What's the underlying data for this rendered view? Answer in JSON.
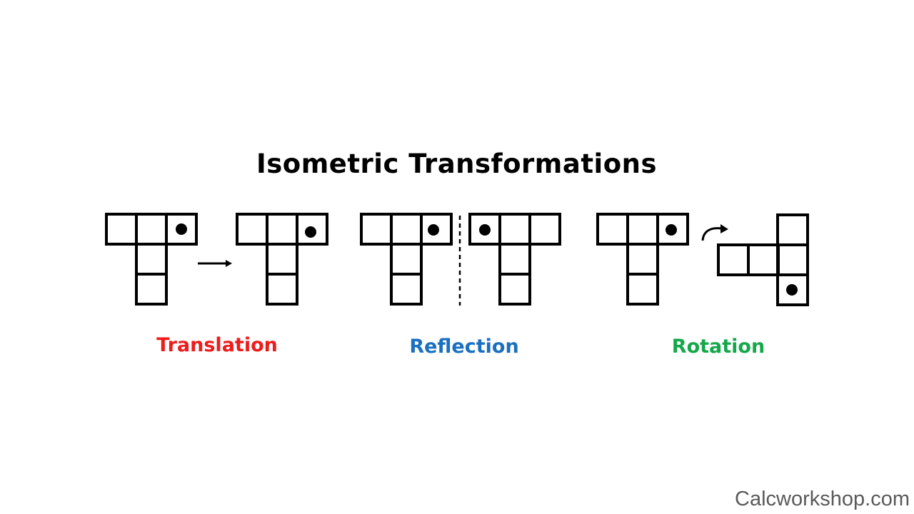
{
  "title": "Isometric Transformations",
  "labels": {
    "translation": "Translation",
    "reflection": "Reflection",
    "rotation": "Rotation"
  },
  "colors": {
    "translation": "#ee1c1c",
    "reflection": "#1a6fc0",
    "rotation": "#14a84a",
    "stroke": "#000000"
  },
  "watermark": "Calcworkshop.com",
  "icons": [
    "right-arrow-icon",
    "dashed-mirror-line",
    "curved-rotation-arrow-icon"
  ]
}
